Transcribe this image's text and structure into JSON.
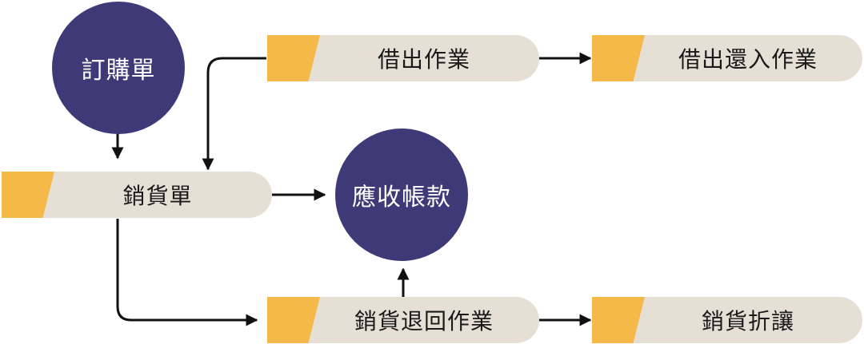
{
  "colors": {
    "circle_fill": "#3e3a78",
    "pill_fill": "#e6dfd6",
    "tab_fill": "#f5b94a",
    "line": "#111111"
  },
  "nodes": {
    "order": {
      "label": "訂購單"
    },
    "sales": {
      "label": "銷貨單"
    },
    "ar": {
      "label": "應收帳款"
    },
    "lend": {
      "label": "借出作業"
    },
    "lend_return": {
      "label": "借出還入作業"
    },
    "sales_return": {
      "label": "銷貨退回作業"
    },
    "discount": {
      "label": "銷貨折讓"
    }
  }
}
